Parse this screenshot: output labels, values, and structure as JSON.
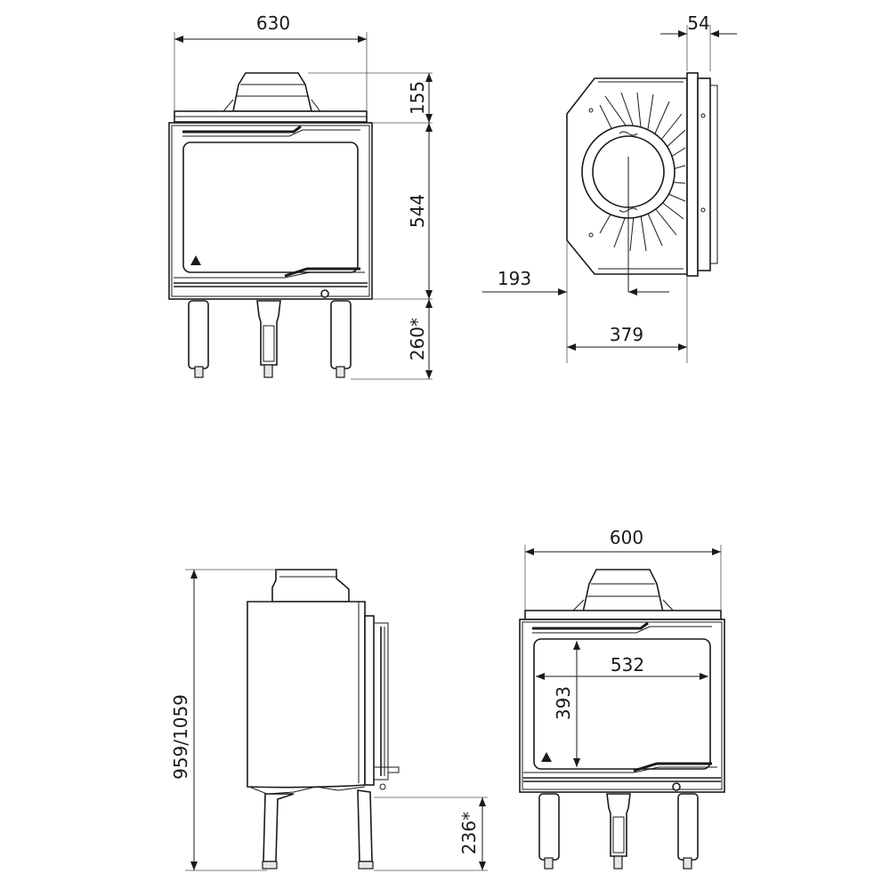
{
  "views": {
    "front_top": {
      "width": "630",
      "flue_height": "155",
      "body_height": "544",
      "leg_height": "260*"
    },
    "side_top": {
      "frame_depth": "54",
      "flue_offset": "193",
      "depth": "379"
    },
    "side_bottom": {
      "total_height": "959/1059",
      "leg_height": "236*"
    },
    "front_bottom": {
      "width": "600",
      "glass_width": "532",
      "glass_height": "393"
    }
  }
}
